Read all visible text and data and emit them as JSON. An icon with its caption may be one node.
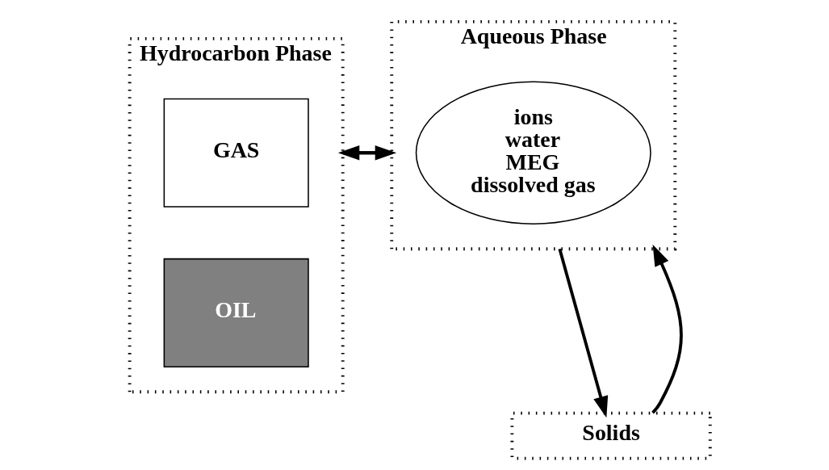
{
  "diagram": {
    "nodes": [
      {
        "text": [
          "Hydrocarbon Phase"
        ]
      },
      {
        "text": [
          "GAS"
        ],
        "in": 0
      },
      {
        "text": [
          "OIL"
        ],
        "in": 0
      },
      {
        "text": [
          "Aqueous Phase"
        ]
      },
      {
        "text": [
          "ions",
          "water",
          "MEG",
          "dissolved gas"
        ],
        "in": 3
      },
      {
        "text": [
          "Solids"
        ]
      }
    ],
    "edges": [
      {
        "from": 0,
        "to": 3,
        "arrow": "to"
      },
      {
        "from": 3,
        "to": 0,
        "arrow": "to"
      },
      {
        "from": 3,
        "to": 5,
        "arrow": "to"
      },
      {
        "from": 5,
        "to": 3,
        "arrow": "to"
      }
    ]
  }
}
